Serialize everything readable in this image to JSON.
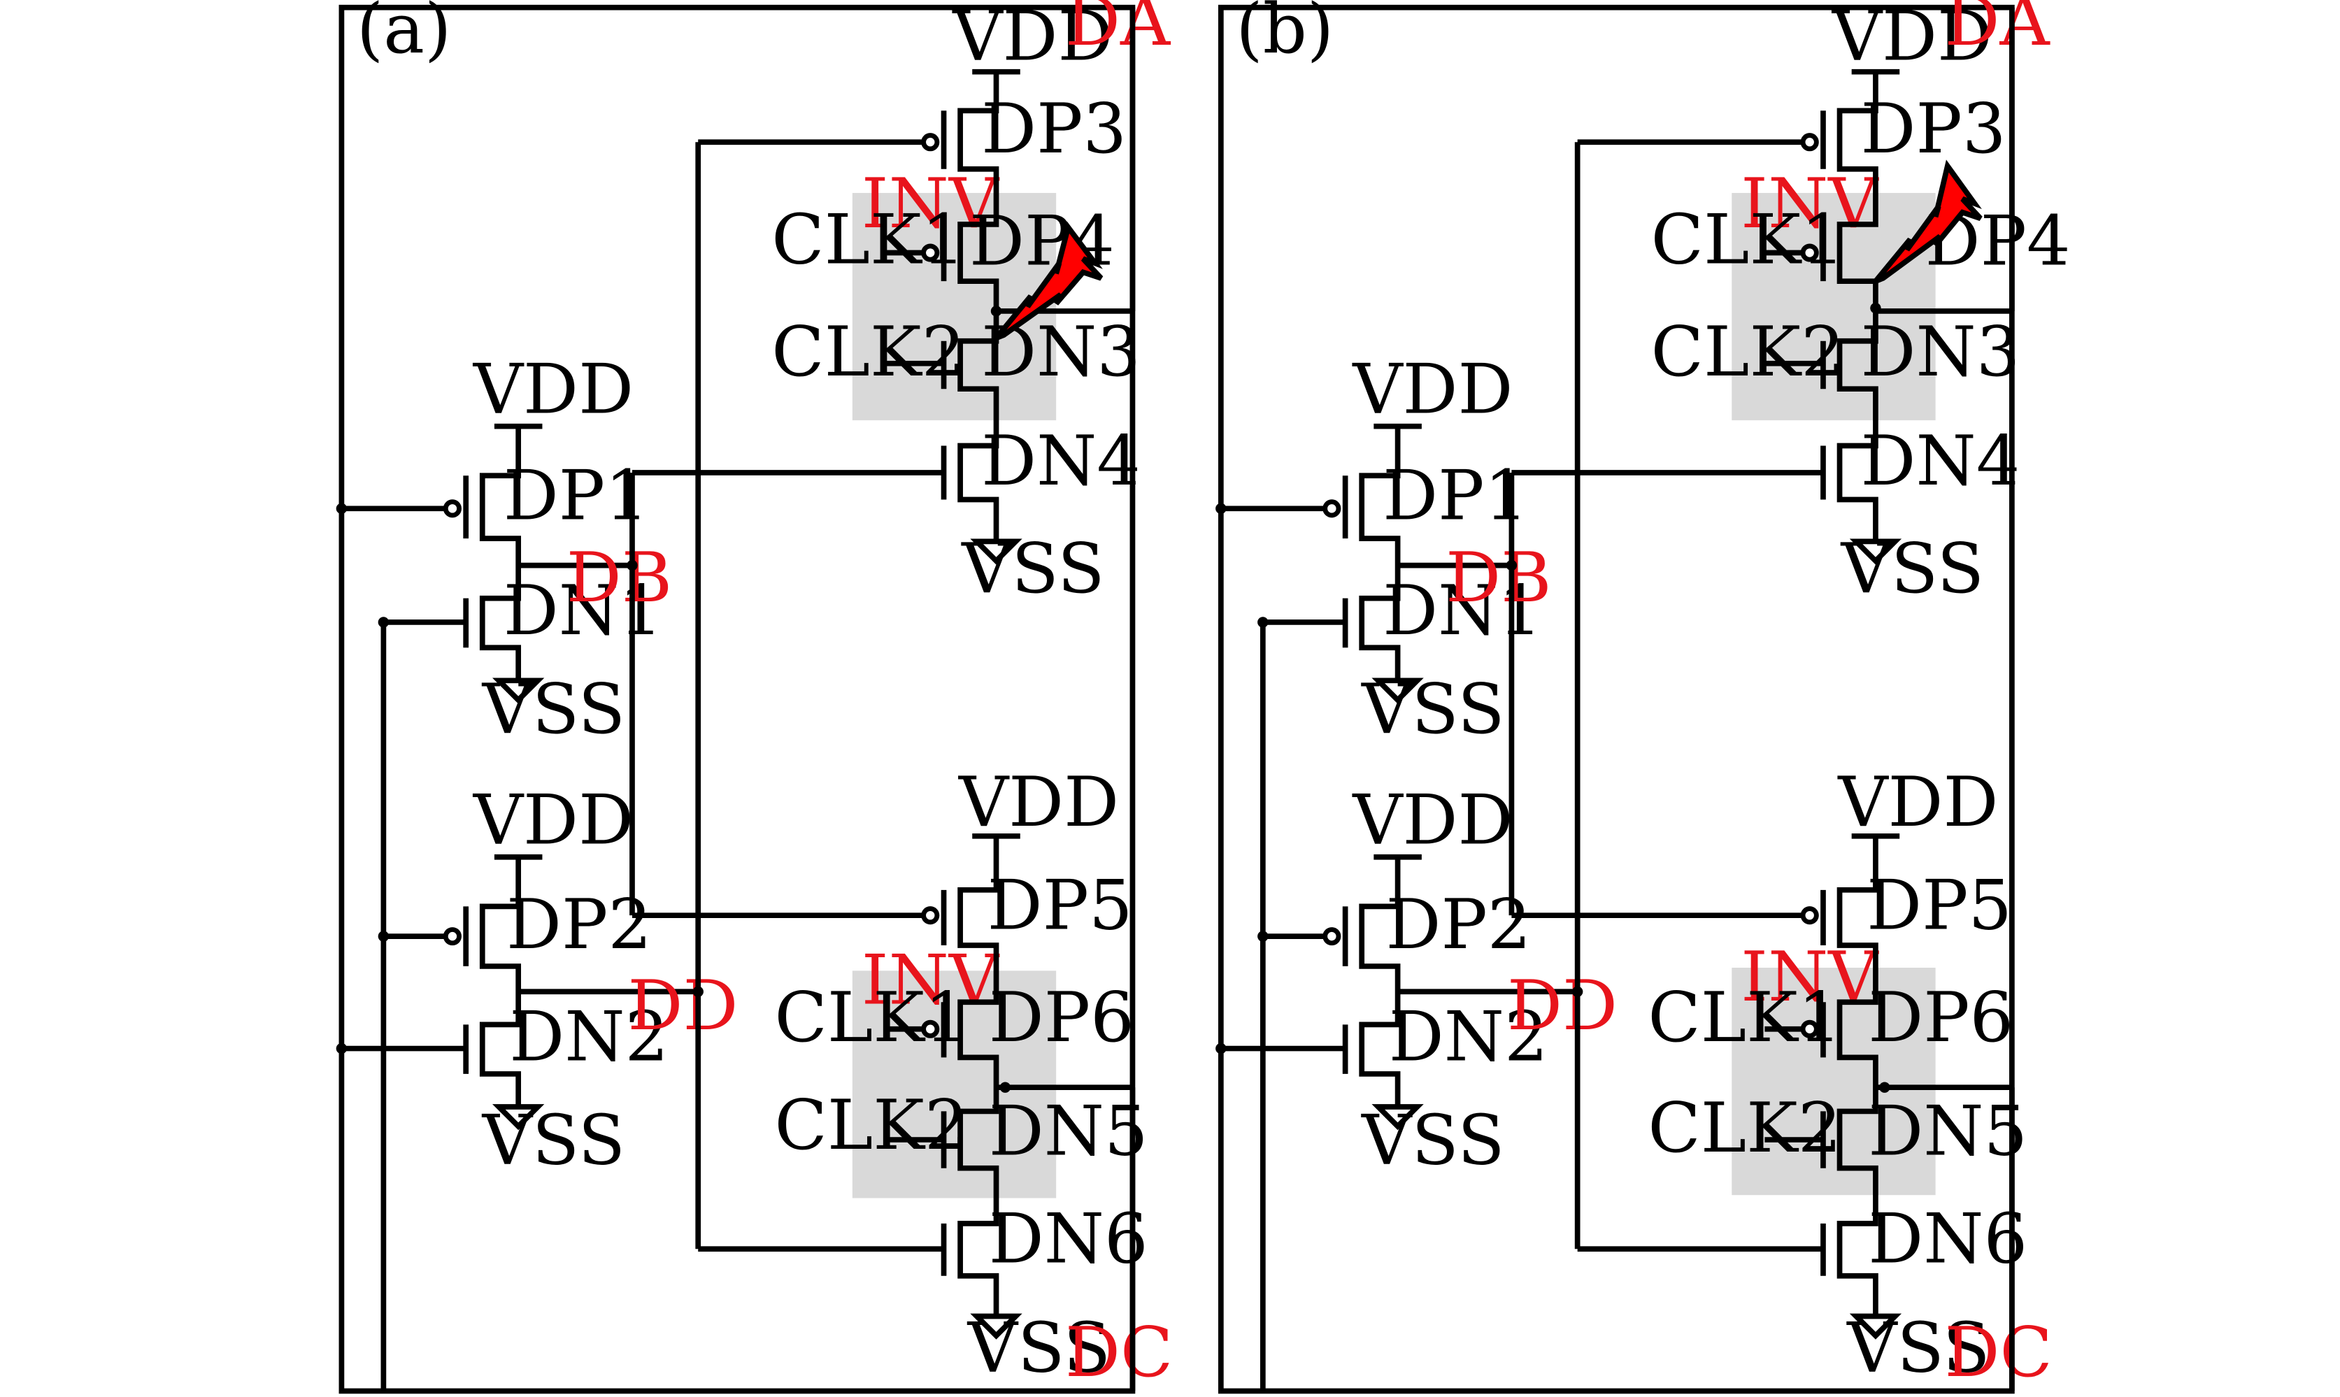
{
  "panels": [
    {
      "id": "a",
      "tag": "(a)",
      "labels": {
        "DA": "DA",
        "DB": "DB",
        "DC": "DC",
        "DD": "DD",
        "INV_top": "INV",
        "INV_bottom": "INV",
        "DP1": "DP1",
        "DN1": "DN1",
        "DP2": "DP2",
        "DN2": "DN2",
        "DP3": "DP3",
        "DP4": "DP4",
        "DN3": "DN3",
        "DN4": "DN4",
        "DP5": "DP5",
        "DP6": "DP6",
        "DN5": "DN5",
        "DN6": "DN6",
        "CLK1_top": "CLK1",
        "CLK2_top": "CLK2",
        "CLK1_bottom": "CLK1",
        "CLK2_bottom": "CLK2",
        "VDD_DP1": "VDD",
        "VSS_DN1": "VSS",
        "VDD_DP2": "VDD",
        "VSS_DN2": "VSS",
        "VDD_DP3": "VDD",
        "VSS_DN4": "VSS",
        "VDD_DP5": "VDD",
        "VSS_DN6": "VSS"
      },
      "strike_location": "DN3"
    },
    {
      "id": "b",
      "tag": "(b)",
      "labels": {
        "DA": "DA",
        "DB": "DB",
        "DC": "DC",
        "DD": "DD",
        "INV_top": "INV",
        "INV_bottom": "INV",
        "DP1": "DP1",
        "DN1": "DN1",
        "DP2": "DP2",
        "DN2": "DN2",
        "DP3": "DP3",
        "DP4": "DP4",
        "DN3": "DN3",
        "DN4": "DN4",
        "DP5": "DP5",
        "DP6": "DP6",
        "DN5": "DN5",
        "DN6": "DN6",
        "CLK1_top": "CLK1",
        "CLK2_top": "CLK2",
        "CLK1_bottom": "CLK1",
        "CLK2_bottom": "CLK2",
        "VDD_DP1": "VDD",
        "VSS_DN1": "VSS",
        "VDD_DP2": "VDD",
        "VSS_DN2": "VSS",
        "VDD_DP3": "VDD",
        "VSS_DN4": "VSS",
        "VDD_DP5": "VDD",
        "VSS_DN6": "VSS"
      },
      "strike_location": "DP4"
    }
  ],
  "colors": {
    "node_label": "#e8141c",
    "strike_fill": "#ff0000",
    "inverter_shading": "#d9d9d9",
    "wire": "#000000"
  },
  "icons": {
    "strike": "lightning-bolt-icon",
    "ground": "ground-triangle-icon",
    "pmos_gate": "inversion-bubble-icon"
  }
}
